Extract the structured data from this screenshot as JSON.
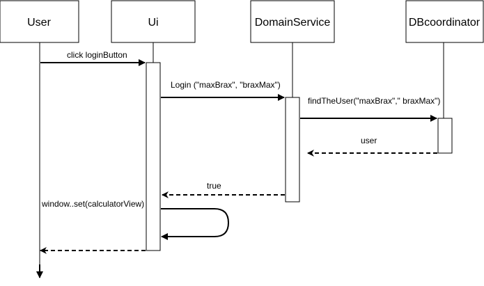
{
  "participants": {
    "user": "User",
    "ui": "Ui",
    "domain_service": "DomainService",
    "db_coordinator": "DBcoordinator"
  },
  "messages": {
    "click_login": "click loginButton",
    "login": "Login (\"maxBrax\", \"braxMax\")",
    "find_user": "findTheUser(\"maxBrax\",\" braxMax\")",
    "user_return": "user",
    "true_return": "true",
    "window_set": "window..set(calculatorView)"
  },
  "colors": {
    "stroke": "#000000",
    "fill": "#ffffff"
  }
}
